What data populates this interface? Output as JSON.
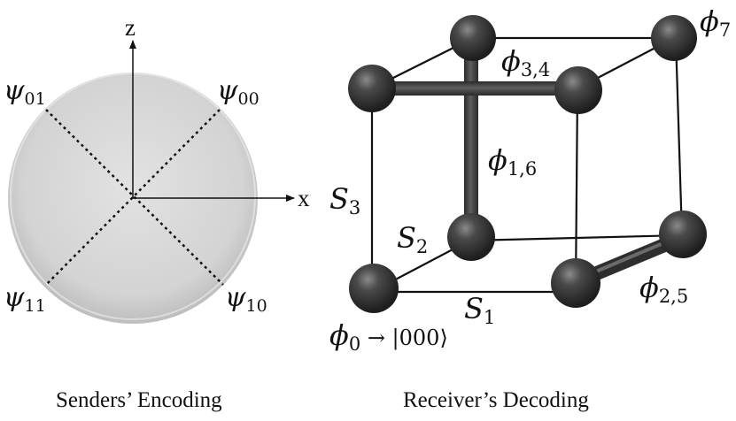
{
  "captions": {
    "left": "Senders’ Encoding",
    "right": "Receiver’s Decoding"
  },
  "encoding": {
    "axis_z": "z",
    "axis_x": "x",
    "states": [
      {
        "id": "psi00",
        "symbol": "ψ",
        "subscript": "00"
      },
      {
        "id": "psi01",
        "symbol": "ψ",
        "subscript": "01"
      },
      {
        "id": "psi10",
        "symbol": "ψ",
        "subscript": "10"
      },
      {
        "id": "psi11",
        "symbol": "ψ",
        "subscript": "11"
      }
    ],
    "disc_color": "#d6d6d6"
  },
  "decoding": {
    "node_color": "#3c3c3c",
    "labels": {
      "phi34": {
        "symbol": "ϕ",
        "subscript": "3,4"
      },
      "phi16": {
        "symbol": "ϕ",
        "subscript": "1,6"
      },
      "phi7": {
        "symbol": "ϕ",
        "subscript": "7"
      },
      "phi25": {
        "symbol": "ϕ",
        "subscript": "2,5"
      },
      "phi0": {
        "symbol": "ϕ",
        "subscript": "0",
        "mapping": " → |000⟩"
      },
      "s1": {
        "symbol": "S",
        "subscript": "1"
      },
      "s2": {
        "symbol": "S",
        "subscript": "2"
      },
      "s3": {
        "symbol": "S",
        "subscript": "3"
      }
    }
  }
}
